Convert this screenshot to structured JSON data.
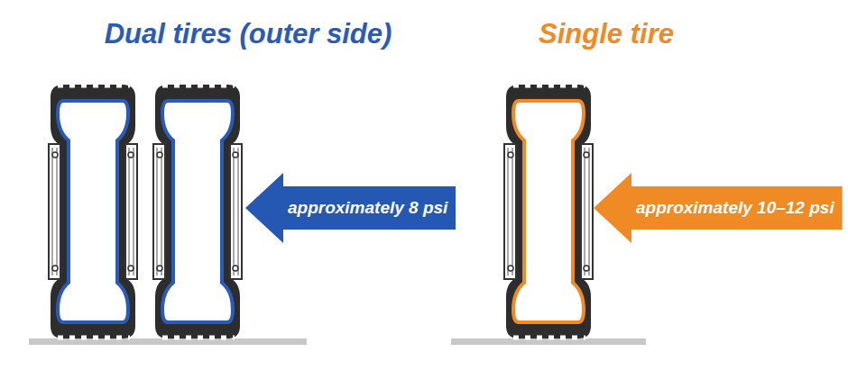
{
  "diagram": {
    "nodes": [
      {
        "text": [
          "approximately 8 psi"
        ]
      },
      {
        "text": [
          "approximately 10–12 psi"
        ]
      }
    ],
    "labels": [
      "Dual tires (outer side)",
      "Single tire"
    ]
  }
}
